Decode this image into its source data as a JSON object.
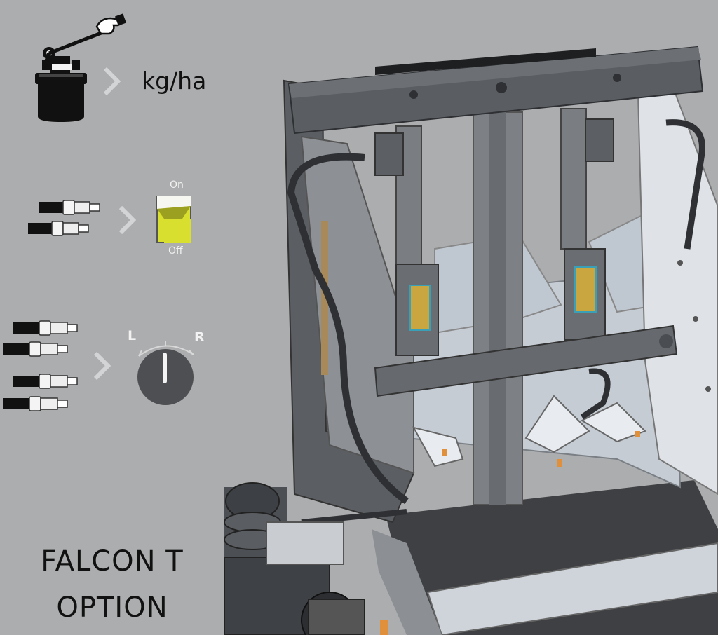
{
  "legend": {
    "rate_unit": "kg/ha",
    "switch": {
      "on_label": "On",
      "off_label": "Off"
    },
    "dial": {
      "left_label": "L",
      "right_label": "R"
    }
  },
  "product": {
    "title_line1": "FALCON T",
    "title_line2": "OPTION"
  },
  "colors": {
    "background": "#acadae",
    "switch_yellow": "#d8df2f",
    "dial_dark": "#4e4f52",
    "frame_dark": "#55585c",
    "warning_label": "#caa640"
  },
  "icons": [
    "hydraulic-motor-lever-icon",
    "chevron-right-icon",
    "hydraulic-coupler-icon",
    "toggle-switch-icon",
    "rotary-dial-icon"
  ]
}
